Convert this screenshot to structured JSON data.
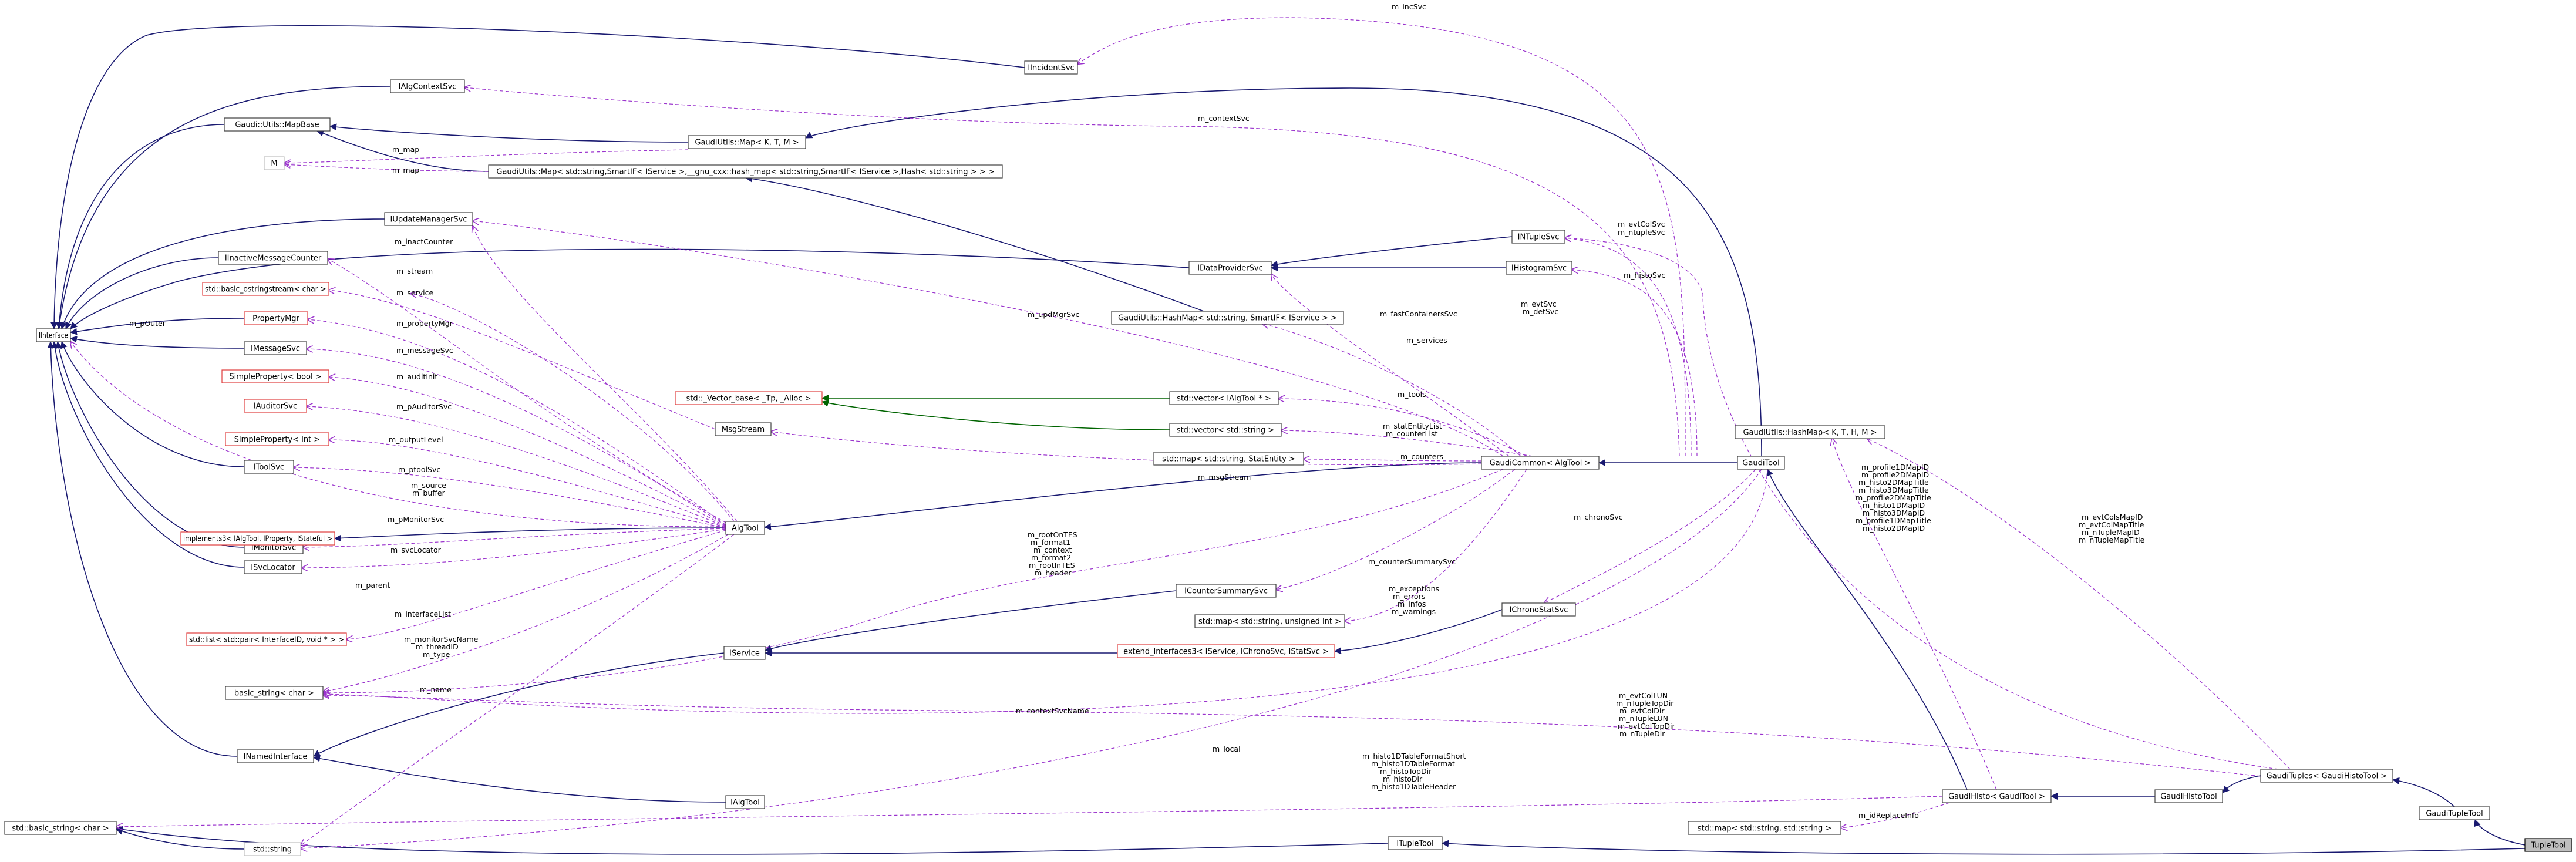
{
  "colors": {
    "inherit": "#191970",
    "template": "#006400",
    "usage": "#9a32cd",
    "red_border": "#e03c3c",
    "gray_border": "#bfbfbf",
    "focus_fill": "#bfbfbf"
  },
  "nodes": [
    {
      "id": "IInterface",
      "label": "IInterface",
      "style": "normal"
    },
    {
      "id": "IIncidentSvc",
      "label": "IIncidentSvc",
      "style": "normal"
    },
    {
      "id": "IAlgContextSvc",
      "label": "IAlgContextSvc",
      "style": "normal"
    },
    {
      "id": "MapBase",
      "label": "Gaudi::Utils::MapBase",
      "style": "normal"
    },
    {
      "id": "MapKTM",
      "label": "GaudiUtils::Map< K, T, M >",
      "style": "normal"
    },
    {
      "id": "M",
      "label": "M",
      "style": "gray"
    },
    {
      "id": "MapSmartIF",
      "label": "GaudiUtils::Map< std::string,SmartIF< IService >,__gnu_cxx::hash_map< std::string,SmartIF< IService >,Hash< std::string > > >",
      "style": "normal"
    },
    {
      "id": "IUpdateManagerSvc",
      "label": "IUpdateManagerSvc",
      "style": "normal"
    },
    {
      "id": "IInactiveMessageCounter",
      "label": "IInactiveMessageCounter",
      "style": "normal"
    },
    {
      "id": "basic_ostringstream",
      "label": "std::basic_ostringstream< char >",
      "style": "red"
    },
    {
      "id": "PropertyMgr",
      "label": "PropertyMgr",
      "style": "red"
    },
    {
      "id": "IMessageSvc",
      "label": "IMessageSvc",
      "style": "normal"
    },
    {
      "id": "SimplePropertyBool",
      "label": "SimpleProperty< bool >",
      "style": "red"
    },
    {
      "id": "IAuditorSvc",
      "label": "IAuditorSvc",
      "style": "red"
    },
    {
      "id": "SimplePropertyInt",
      "label": "SimpleProperty< int >",
      "style": "red"
    },
    {
      "id": "IToolSvc",
      "label": "IToolSvc",
      "style": "normal"
    },
    {
      "id": "IMonitorSvc",
      "label": "IMonitorSvc",
      "style": "normal"
    },
    {
      "id": "implements3",
      "label": "implements3< IAlgTool, IProperty, IStateful >",
      "style": "red"
    },
    {
      "id": "ISvcLocator",
      "label": "ISvcLocator",
      "style": "normal"
    },
    {
      "id": "listPair",
      "label": "std::list< std::pair< InterfaceID, void * > >",
      "style": "red"
    },
    {
      "id": "basic_string",
      "label": "basic_string< char >",
      "style": "normal"
    },
    {
      "id": "INamedInterface",
      "label": "INamedInterface",
      "style": "normal"
    },
    {
      "id": "std_basic_string",
      "label": "std::basic_string< char >",
      "style": "normal"
    },
    {
      "id": "std_string",
      "label": "std::string",
      "style": "gray"
    },
    {
      "id": "IDataProviderSvc",
      "label": "IDataProviderSvc",
      "style": "normal"
    },
    {
      "id": "INTupleSvc",
      "label": "INTupleSvc",
      "style": "normal"
    },
    {
      "id": "IHistogramSvc",
      "label": "IHistogramSvc",
      "style": "normal"
    },
    {
      "id": "HashMapSmartIF",
      "label": "GaudiUtils::HashMap< std::string, SmartIF< IService > >",
      "style": "normal"
    },
    {
      "id": "VectorBase",
      "label": "std::_Vector_base< _Tp, _Alloc >",
      "style": "red"
    },
    {
      "id": "VecIAlgTool",
      "label": "std::vector< IAlgTool * >",
      "style": "normal"
    },
    {
      "id": "VecString",
      "label": "std::vector< std::string >",
      "style": "normal"
    },
    {
      "id": "MapStatEntity",
      "label": "std::map< std::string, StatEntity >",
      "style": "normal"
    },
    {
      "id": "MsgStream",
      "label": "MsgStream",
      "style": "normal"
    },
    {
      "id": "AlgTool",
      "label": "AlgTool",
      "style": "normal"
    },
    {
      "id": "GaudiCommon",
      "label": "GaudiCommon< AlgTool >",
      "style": "normal"
    },
    {
      "id": "GaudiTool",
      "label": "GaudiTool",
      "style": "normal"
    },
    {
      "id": "HashMapKTHM",
      "label": "GaudiUtils::HashMap< K, T, H, M >",
      "style": "normal"
    },
    {
      "id": "ICounterSummarySvc",
      "label": "ICounterSummarySvc",
      "style": "normal"
    },
    {
      "id": "MapUInt",
      "label": "std::map< std::string, unsigned int >",
      "style": "normal"
    },
    {
      "id": "IChronoStatSvc",
      "label": "IChronoStatSvc",
      "style": "normal"
    },
    {
      "id": "IService",
      "label": "IService",
      "style": "normal"
    },
    {
      "id": "extendInterfaces3",
      "label": "extend_interfaces3< IService, IChronoSvc, IStatSvc >",
      "style": "red"
    },
    {
      "id": "IAlgTool",
      "label": "IAlgTool",
      "style": "normal"
    },
    {
      "id": "GaudiHistoTool",
      "label": "GaudiHisto< GaudiTool >",
      "style": "normal"
    },
    {
      "id": "MapStrStr",
      "label": "std::map< std::string, std::string >",
      "style": "normal"
    },
    {
      "id": "GaudiHistoToolCls",
      "label": "GaudiHistoTool",
      "style": "normal"
    },
    {
      "id": "GaudiTuples",
      "label": "GaudiTuples< GaudiHistoTool >",
      "style": "normal"
    },
    {
      "id": "GaudiTupleTool",
      "label": "GaudiTupleTool",
      "style": "normal"
    },
    {
      "id": "INTupleTool",
      "label": "ITupleTool",
      "style": "normal"
    },
    {
      "id": "TupleTool",
      "label": "TupleTool",
      "style": "focus"
    }
  ],
  "edge_labels": [
    {
      "id": "m_incSvc",
      "text": "m_incSvc"
    },
    {
      "id": "m_contextSvc",
      "text": "m_contextSvc"
    },
    {
      "id": "m_map1",
      "text": "m_map"
    },
    {
      "id": "m_map2",
      "text": "m_map"
    },
    {
      "id": "m_evtColSvc",
      "text": "m_evtColSvc"
    },
    {
      "id": "m_ntupleSvc",
      "text": "m_ntupleSvc"
    },
    {
      "id": "m_histoSvc",
      "text": "m_histoSvc"
    },
    {
      "id": "m_inactCounter",
      "text": "m_inactCounter"
    },
    {
      "id": "m_stream",
      "text": "m_stream"
    },
    {
      "id": "m_service",
      "text": "m_service"
    },
    {
      "id": "m_pOuter",
      "text": "m_pOuter"
    },
    {
      "id": "m_propertyMgr",
      "text": "m_propertyMgr"
    },
    {
      "id": "m_messageSvc",
      "text": "m_messageSvc"
    },
    {
      "id": "m_auditInit",
      "text": "m_auditInit"
    },
    {
      "id": "m_pAuditorSvc",
      "text": "m_pAuditorSvc"
    },
    {
      "id": "m_outputLevel",
      "text": "m_outputLevel"
    },
    {
      "id": "m_ptoolSvc",
      "text": "m_ptoolSvc"
    },
    {
      "id": "m_source",
      "text": "m_source"
    },
    {
      "id": "m_buffer",
      "text": "m_buffer"
    },
    {
      "id": "m_pMonitorSvc",
      "text": "m_pMonitorSvc"
    },
    {
      "id": "m_svcLocator",
      "text": "m_svcLocator"
    },
    {
      "id": "m_parent",
      "text": "m_parent"
    },
    {
      "id": "m_interfaceList",
      "text": "m_interfaceList"
    },
    {
      "id": "m_monitorSvcName",
      "text": "m_monitorSvcName"
    },
    {
      "id": "m_threadID",
      "text": "m_threadID"
    },
    {
      "id": "m_type",
      "text": "m_type"
    },
    {
      "id": "m_name",
      "text": "m_name"
    },
    {
      "id": "m_updMgrSvc",
      "text": "m_updMgrSvc"
    },
    {
      "id": "m_evtSvc",
      "text": "m_evtSvc"
    },
    {
      "id": "m_detSvc",
      "text": "m_detSvc"
    },
    {
      "id": "m_fastContainersSvc",
      "text": "m_fastContainersSvc"
    },
    {
      "id": "m_services",
      "text": "m_services"
    },
    {
      "id": "m_tools",
      "text": "m_tools"
    },
    {
      "id": "m_statEntityList",
      "text": "m_statEntityList"
    },
    {
      "id": "m_counterList",
      "text": "m_counterList"
    },
    {
      "id": "m_counters",
      "text": "m_counters"
    },
    {
      "id": "m_msgStream",
      "text": "m_msgStream"
    },
    {
      "id": "m_rootOnTES",
      "text": "m_rootOnTES"
    },
    {
      "id": "m_format1",
      "text": "m_format1"
    },
    {
      "id": "m_context",
      "text": "m_context"
    },
    {
      "id": "m_format2",
      "text": "m_format2"
    },
    {
      "id": "m_rootInTES",
      "text": "m_rootInTES"
    },
    {
      "id": "m_header",
      "text": "m_header"
    },
    {
      "id": "m_counterSummarySvc",
      "text": "m_counterSummarySvc"
    },
    {
      "id": "m_exceptions",
      "text": "m_exceptions"
    },
    {
      "id": "m_errors",
      "text": "m_errors"
    },
    {
      "id": "m_infos",
      "text": "m_infos"
    },
    {
      "id": "m_warnings",
      "text": "m_warnings"
    },
    {
      "id": "m_chronoSvc",
      "text": "m_chronoSvc"
    },
    {
      "id": "m_profile1DMapID",
      "text": "m_profile1DMapID"
    },
    {
      "id": "m_profile2DMapID",
      "text": "m_profile2DMapID"
    },
    {
      "id": "m_histo2DMapTitle",
      "text": "m_histo2DMapTitle"
    },
    {
      "id": "m_histo3DMapTitle",
      "text": "m_histo3DMapTitle"
    },
    {
      "id": "m_profile2DMapTitle",
      "text": "m_profile2DMapTitle"
    },
    {
      "id": "m_histo1DMapID",
      "text": "m_histo1DMapID"
    },
    {
      "id": "m_histo3DMapID",
      "text": "m_histo3DMapID"
    },
    {
      "id": "m_profile1DMapTitle",
      "text": "m_profile1DMapTitle"
    },
    {
      "id": "m_histo2DMapID",
      "text": "m_histo2DMapID"
    },
    {
      "id": "m_evtColsMapID",
      "text": "m_evtColsMapID"
    },
    {
      "id": "m_evtColMapTitle",
      "text": "m_evtColMapTitle"
    },
    {
      "id": "m_nTupleMapID",
      "text": "m_nTupleMapID"
    },
    {
      "id": "m_nTupleMapTitle",
      "text": "m_nTupleMapTitle"
    },
    {
      "id": "m_evtColLUN",
      "text": "m_evtColLUN"
    },
    {
      "id": "m_nTupleTopDir",
      "text": "m_nTupleTopDir"
    },
    {
      "id": "m_evtColDir",
      "text": "m_evtColDir"
    },
    {
      "id": "m_nTupleLUN",
      "text": "m_nTupleLUN"
    },
    {
      "id": "m_evtColTopDir",
      "text": "m_evtColTopDir"
    },
    {
      "id": "m_nTupleDir",
      "text": "m_nTupleDir"
    },
    {
      "id": "m_contextSvcName",
      "text": "m_contextSvcName"
    },
    {
      "id": "m_local",
      "text": "m_local"
    },
    {
      "id": "m_histo1DTableFormatShort",
      "text": "m_histo1DTableFormatShort"
    },
    {
      "id": "m_histo1DTableFormat",
      "text": "m_histo1DTableFormat"
    },
    {
      "id": "m_histoTopDir",
      "text": "m_histoTopDir"
    },
    {
      "id": "m_histoDir",
      "text": "m_histoDir"
    },
    {
      "id": "m_histo1DTableHeader",
      "text": "m_histo1DTableHeader"
    },
    {
      "id": "m_idReplaceInfo",
      "text": "m_idReplaceInfo"
    }
  ]
}
